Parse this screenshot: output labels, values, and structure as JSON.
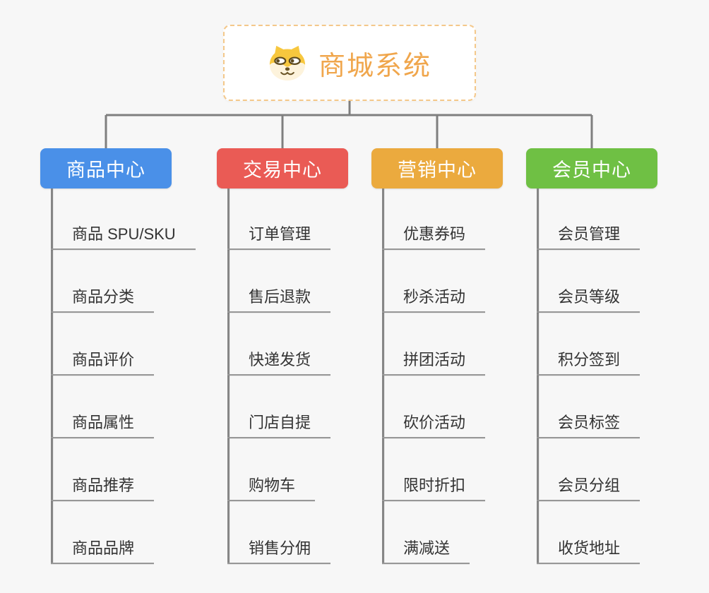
{
  "root": {
    "title": "商城系统",
    "icon": "shiba-dog-icon",
    "accent_color": "#f0a64c",
    "border_color": "#f4c88a"
  },
  "connector_color": "#7f7f7f",
  "branches": [
    {
      "label": "商品中心",
      "color": "#4a90e8",
      "items": [
        "商品 SPU/SKU",
        "商品分类",
        "商品评价",
        "商品属性",
        "商品推荐",
        "商品品牌"
      ]
    },
    {
      "label": "交易中心",
      "color": "#ea5b55",
      "items": [
        "订单管理",
        "售后退款",
        "快递发货",
        "门店自提",
        "购物车",
        "销售分佣"
      ]
    },
    {
      "label": "营销中心",
      "color": "#ebaa3e",
      "items": [
        "优惠券码",
        "秒杀活动",
        "拼团活动",
        "砍价活动",
        "限时折扣",
        "满减送"
      ]
    },
    {
      "label": "会员中心",
      "color": "#6fc044",
      "items": [
        "会员管理",
        "会员等级",
        "积分签到",
        "会员标签",
        "会员分组",
        "收货地址"
      ]
    }
  ]
}
